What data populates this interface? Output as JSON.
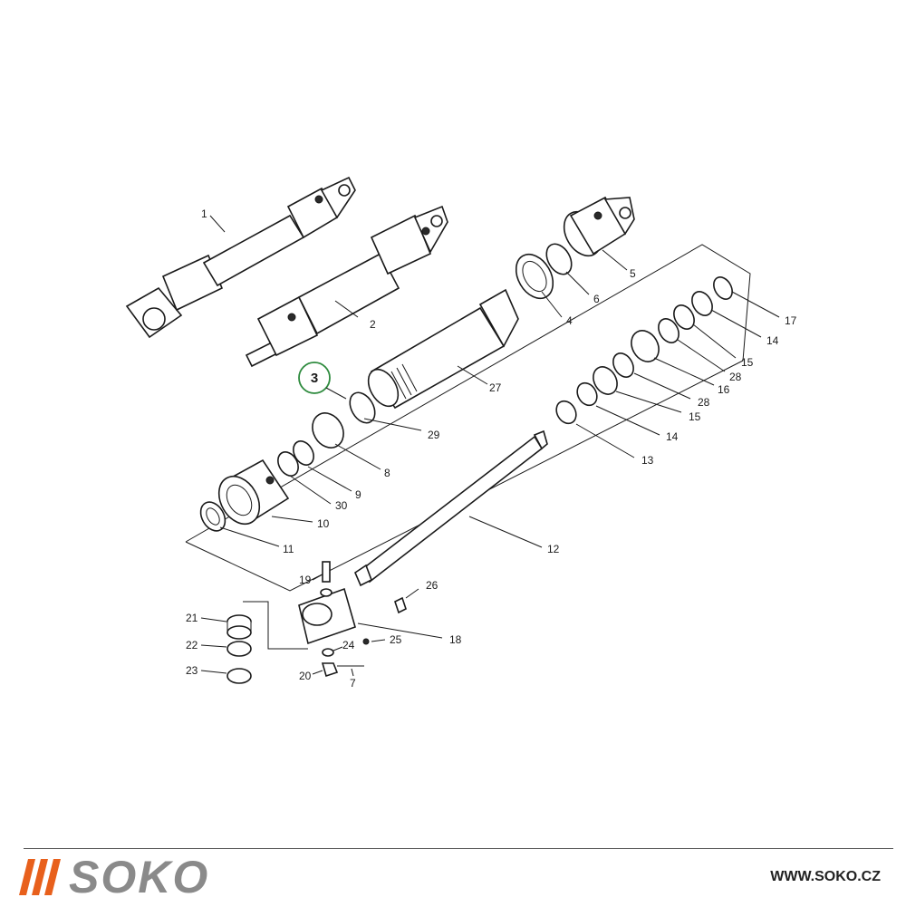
{
  "highlight": {
    "label": "3"
  },
  "callouts": [
    "1",
    "2",
    "27",
    "29",
    "8",
    "9",
    "30",
    "10",
    "11",
    "5",
    "6",
    "4",
    "17",
    "14",
    "15",
    "28",
    "16",
    "28",
    "15",
    "14",
    "13",
    "12",
    "19",
    "26",
    "21",
    "22",
    "23",
    "24",
    "25",
    "18",
    "20",
    "7"
  ],
  "footer": {
    "brand": "SOKO",
    "url": "WWW.SOKO.CZ"
  },
  "colors": {
    "accent": "#e8601c",
    "brand_gray": "#8a8a8a",
    "highlight_ring": "#2e8b3e"
  }
}
